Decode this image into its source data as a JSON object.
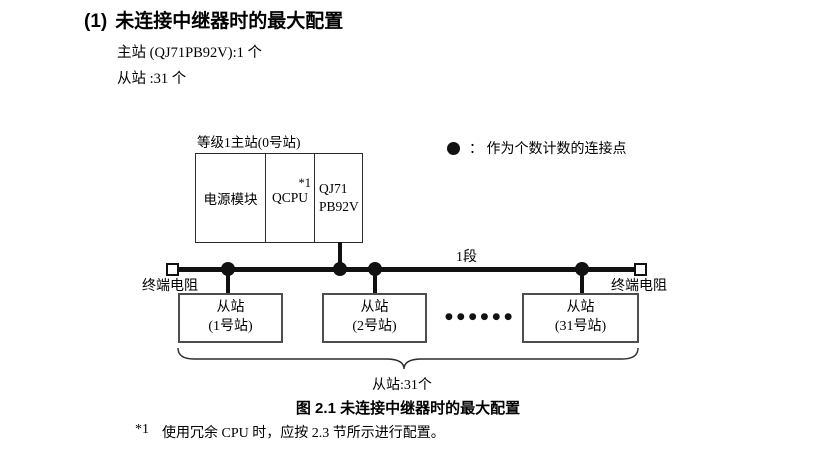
{
  "header": {
    "number": "(1)",
    "title": "未连接中继器时的最大配置",
    "master_count": "主站 (QJ71PB92V):1 个",
    "slave_count": "从站 :31 个"
  },
  "diagram": {
    "master": {
      "label": "等级1主站(0号站)",
      "modules": [
        {
          "name": "电源模块"
        },
        {
          "name": "QCPU",
          "footnote_ref": "*1"
        },
        {
          "name": "QJ71 PB92V",
          "line1": "QJ71",
          "line2": "PB92V"
        }
      ]
    },
    "legend": {
      "symbol": "●",
      "text": "： 作为个数计数的连接点"
    },
    "segment_label": "1段",
    "terminator_left": "终端电阻",
    "terminator_right": "终端电阻",
    "slaves": [
      {
        "line1": "从站",
        "line2": "(1号站)"
      },
      {
        "line1": "从站",
        "line2": "(2号站)"
      },
      {
        "line1": "从站",
        "line2": "(31号站)"
      }
    ],
    "ellipsis": "●●●●●●",
    "brace_label": "从站:31个"
  },
  "caption": "图 2.1 未连接中继器时的最大配置",
  "footnote": {
    "marker": "*1",
    "text": "使用冗余 CPU 时，应按 2.3 节所示进行配置。"
  },
  "colors": {
    "ink": "#000000",
    "box_border": "#4d4d4d",
    "background": "#ffffff"
  }
}
